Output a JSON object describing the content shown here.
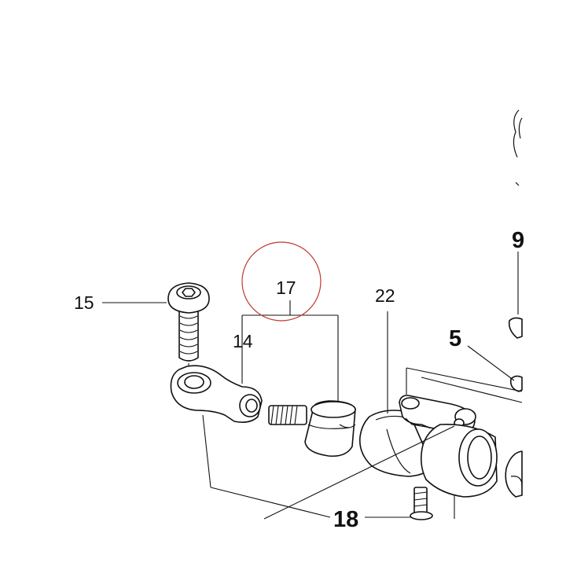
{
  "diagram": {
    "callouts": {
      "c15": "15",
      "c17": "17",
      "c14": "14",
      "c22": "22",
      "c5": "5",
      "c9": "9",
      "c18": "18"
    },
    "highlight_color": "#c0392b",
    "line_color": "#111111",
    "background": "#ffffff"
  }
}
